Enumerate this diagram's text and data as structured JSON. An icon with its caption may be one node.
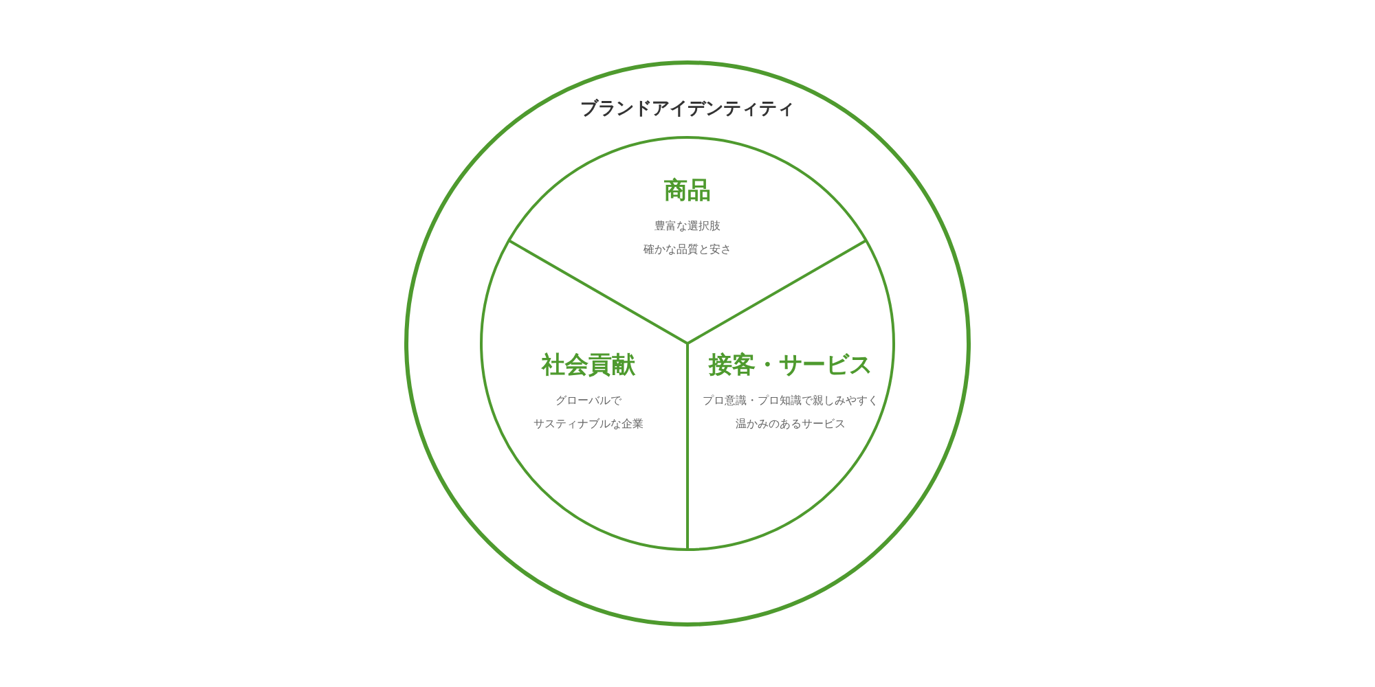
{
  "diagram": {
    "nodes": [
      {
        "text": [
          "ブランドアイデンティティ"
        ]
      },
      {
        "text": [],
        "shape": "circle",
        "in": 0
      },
      {
        "text": [
          "商品",
          "豊富な選択肢",
          "確かな品質と安さ"
        ],
        "in": 1
      },
      {
        "text": [
          "社会貢献",
          "グローバルで",
          "サスティナブルな企業"
        ],
        "in": 1
      },
      {
        "text": [
          "接客・サービス",
          "プロ意識・プロ知識で親しみやすく",
          "温かみのあるサービス"
        ],
        "in": 1
      }
    ],
    "edges": []
  }
}
